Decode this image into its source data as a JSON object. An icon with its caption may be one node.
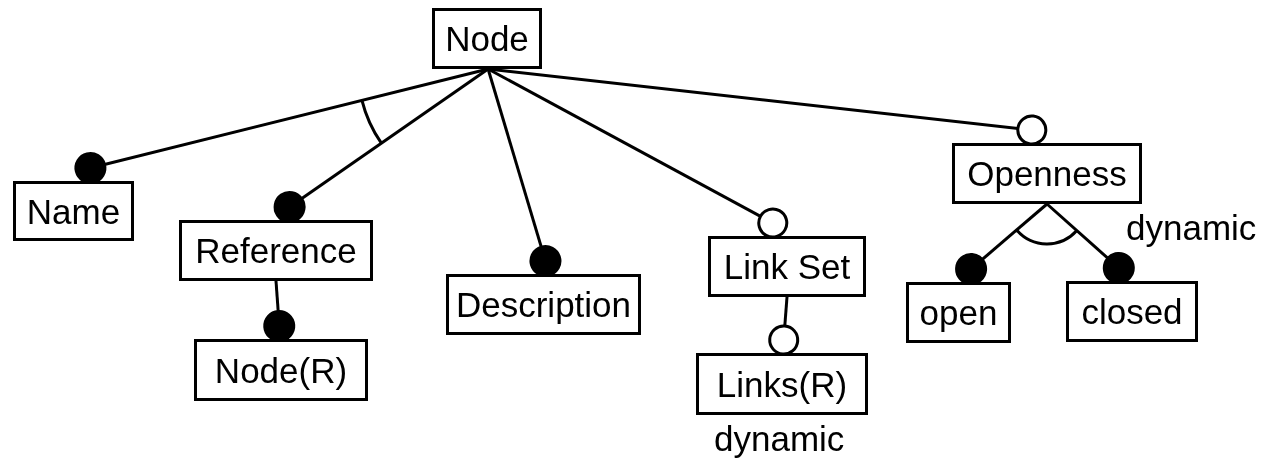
{
  "diagram": {
    "nodes": [
      {
        "text": [
          "Node"
        ]
      },
      {
        "text": [
          "Name"
        ]
      },
      {
        "text": [
          "Reference"
        ]
      },
      {
        "text": [
          "Node(R)"
        ]
      },
      {
        "text": [
          "Description"
        ]
      },
      {
        "text": [
          "Link Set"
        ]
      },
      {
        "text": [
          "Links(R)"
        ],
        "beside": [
          "dynamic"
        ]
      },
      {
        "text": [
          "Openness"
        ],
        "beside": [
          "dynamic"
        ]
      },
      {
        "text": [
          "open"
        ]
      },
      {
        "text": [
          "closed"
        ]
      }
    ],
    "edges": [
      {
        "from": 0,
        "to": 1,
        "arrow": "other"
      },
      {
        "from": 0,
        "to": 2,
        "arrow": "other"
      },
      {
        "from": 0,
        "to": 4,
        "arrow": "other"
      },
      {
        "from": 0,
        "to": 5,
        "arrow": "other"
      },
      {
        "from": 0,
        "to": 7,
        "arrow": "other"
      },
      {
        "from": 2,
        "to": 3,
        "arrow": "other"
      },
      {
        "from": 5,
        "to": 6,
        "arrow": "other"
      },
      {
        "from": 7,
        "to": 8,
        "arrow": "other"
      },
      {
        "from": 7,
        "to": 9,
        "arrow": "other"
      }
    ]
  }
}
